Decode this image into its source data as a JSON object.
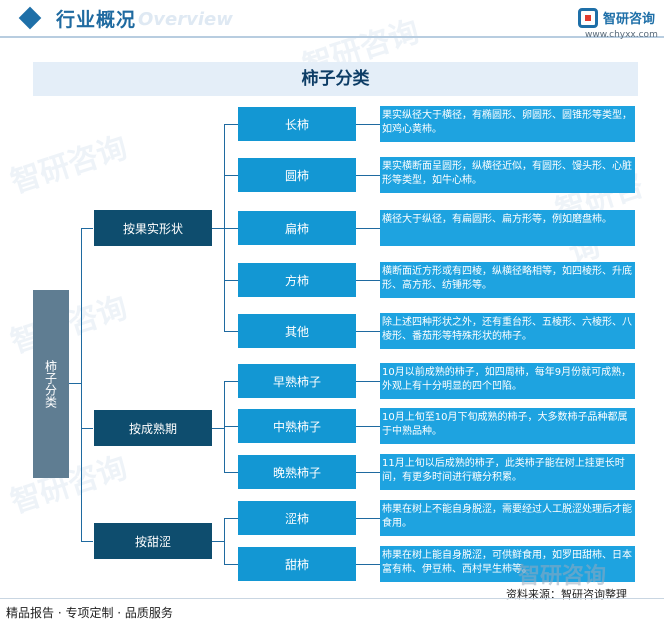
{
  "header": {
    "title": "行业概况",
    "subtitle": "Overview",
    "brand": "智研咨询",
    "url": "www.chyxx.com"
  },
  "diagram": {
    "title": "柿子分类",
    "root": "柿子分类",
    "groups": [
      {
        "label": "按果实形状",
        "items": [
          {
            "name": "长柿",
            "desc": "果实纵径大于横径，有椭圆形、卵圆形、圆锥形等类型，如鸡心黄柿。"
          },
          {
            "name": "圆柿",
            "desc": "果实横断面呈圆形，纵横径近似，有圆形、馒头形、心脏形等类型，如牛心柿。"
          },
          {
            "name": "扁柿",
            "desc": "横径大于纵径，有扁圆形、扁方形等，例如磨盘柿。"
          },
          {
            "name": "方柿",
            "desc": "横断面近方形或有四棱，纵横径略相等，如四棱形、升底形、高方形、纺锤形等。"
          },
          {
            "name": "其他",
            "desc": "除上述四种形状之外，还有重台形、五棱形、六棱形、八棱形、番茄形等特殊形状的柿子。"
          }
        ]
      },
      {
        "label": "按成熟期",
        "items": [
          {
            "name": "早熟柿子",
            "desc": "10月以前成熟的柿子，如四周柿，每年9月份就可成熟，外观上有十分明显的四个凹陷。"
          },
          {
            "name": "中熟柿子",
            "desc": "10月上旬至10月下旬成熟的柿子，大多数柿子品种都属于中熟品种。"
          },
          {
            "name": "晚熟柿子",
            "desc": "11月上旬以后成熟的柿子，此类柿子能在树上挂更长时间，有更多时间进行糖分积累。"
          }
        ]
      },
      {
        "label": "按甜涩",
        "items": [
          {
            "name": "涩柿",
            "desc": "柿果在树上不能自身脱涩，需要经过人工脱涩处理后才能食用。"
          },
          {
            "name": "甜柿",
            "desc": "柿果在树上能自身脱涩，可供鲜食用，如罗田甜柿、日本富有柿、伊豆柿、西村早生柿等。"
          }
        ]
      }
    ]
  },
  "footer": {
    "left": "精品报告 · 专项定制 · 品质服务",
    "source": "资料来源：智研咨询整理"
  },
  "watermark": "智研咨询"
}
